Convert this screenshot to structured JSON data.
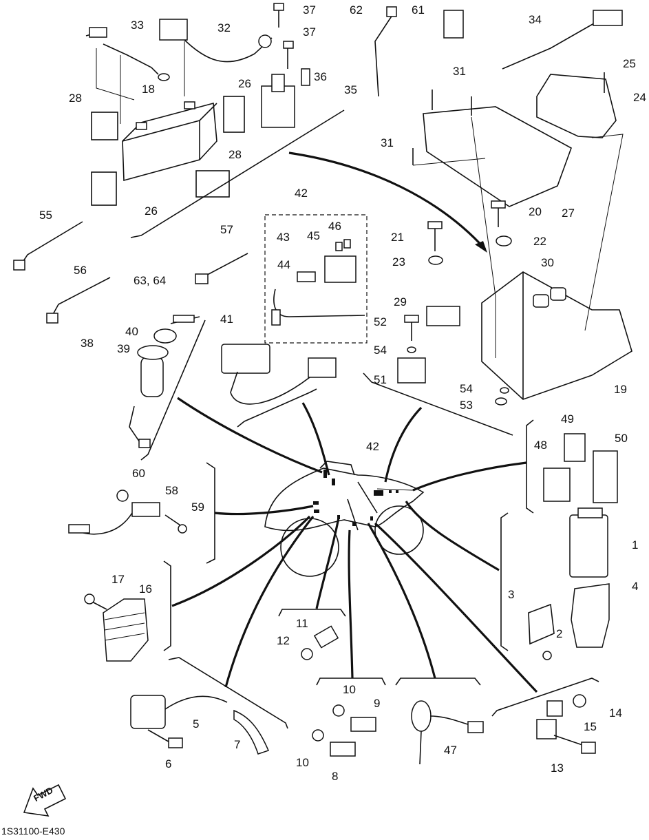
{
  "diagram": {
    "drawing_code": "1S31100-E430",
    "fwd_label": "FWD",
    "part_labels": [
      "1",
      "2",
      "3",
      "4",
      "5",
      "6",
      "7",
      "8",
      "9",
      "10",
      "10",
      "11",
      "12",
      "13",
      "14",
      "15",
      "16",
      "17",
      "18",
      "19",
      "20",
      "21",
      "22",
      "23",
      "24",
      "25",
      "26",
      "26",
      "27",
      "28",
      "28",
      "29",
      "30",
      "31",
      "31",
      "32",
      "33",
      "34",
      "35",
      "36",
      "37",
      "37",
      "38",
      "39",
      "40",
      "41",
      "42",
      "42",
      "43",
      "44",
      "45",
      "46",
      "47",
      "48",
      "49",
      "50",
      "51",
      "52",
      "53",
      "54",
      "54",
      "55",
      "56",
      "57",
      "58",
      "59",
      "60",
      "61",
      "62",
      "63, 64"
    ]
  }
}
